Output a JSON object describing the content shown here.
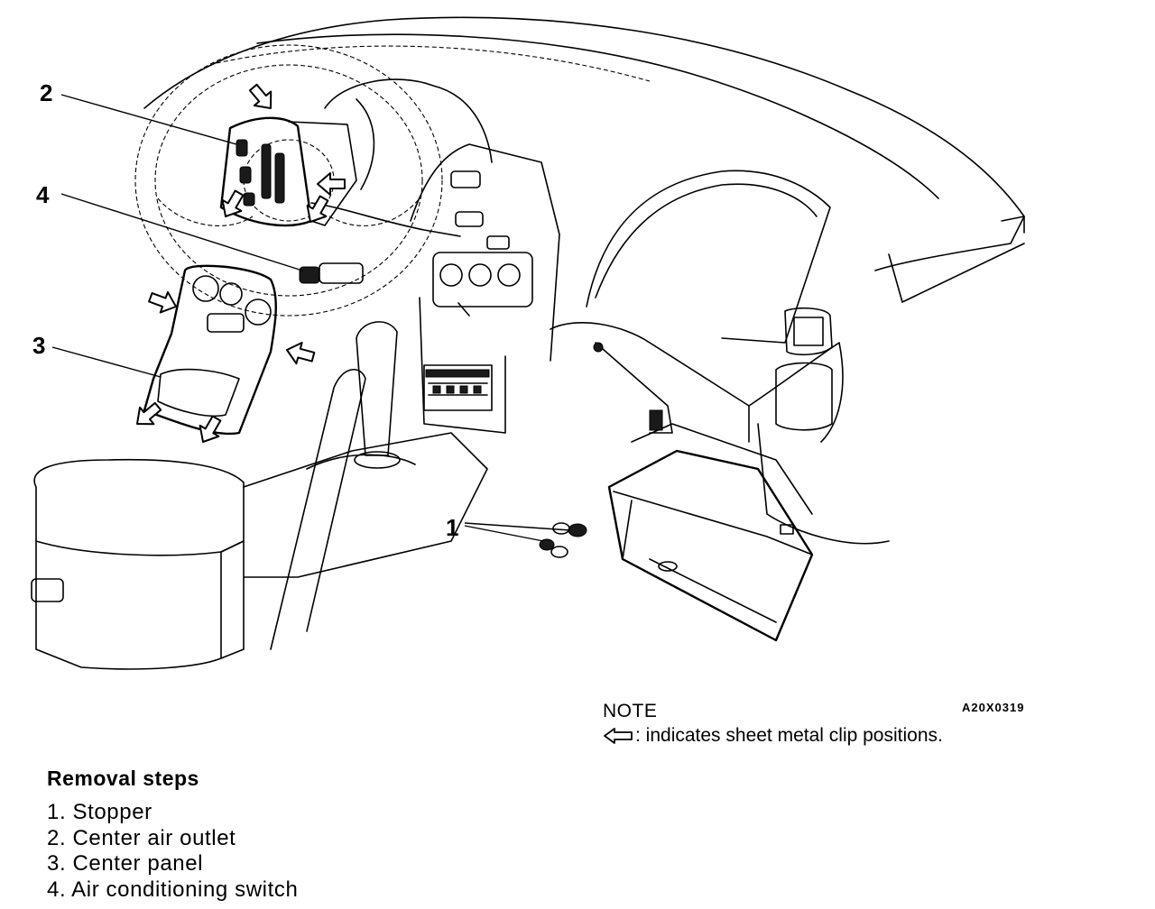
{
  "figure": {
    "id_code": "A20X0319",
    "callouts": [
      "1",
      "2",
      "3",
      "4"
    ]
  },
  "note": {
    "title": "NOTE",
    "arrow_icon": "hollow-left-arrow-icon",
    "text": ": indicates sheet metal clip positions."
  },
  "removal": {
    "title": "Removal steps",
    "steps": [
      "1. Stopper",
      "2. Center air outlet",
      "3. Center panel",
      "4. Air conditioning switch"
    ]
  }
}
